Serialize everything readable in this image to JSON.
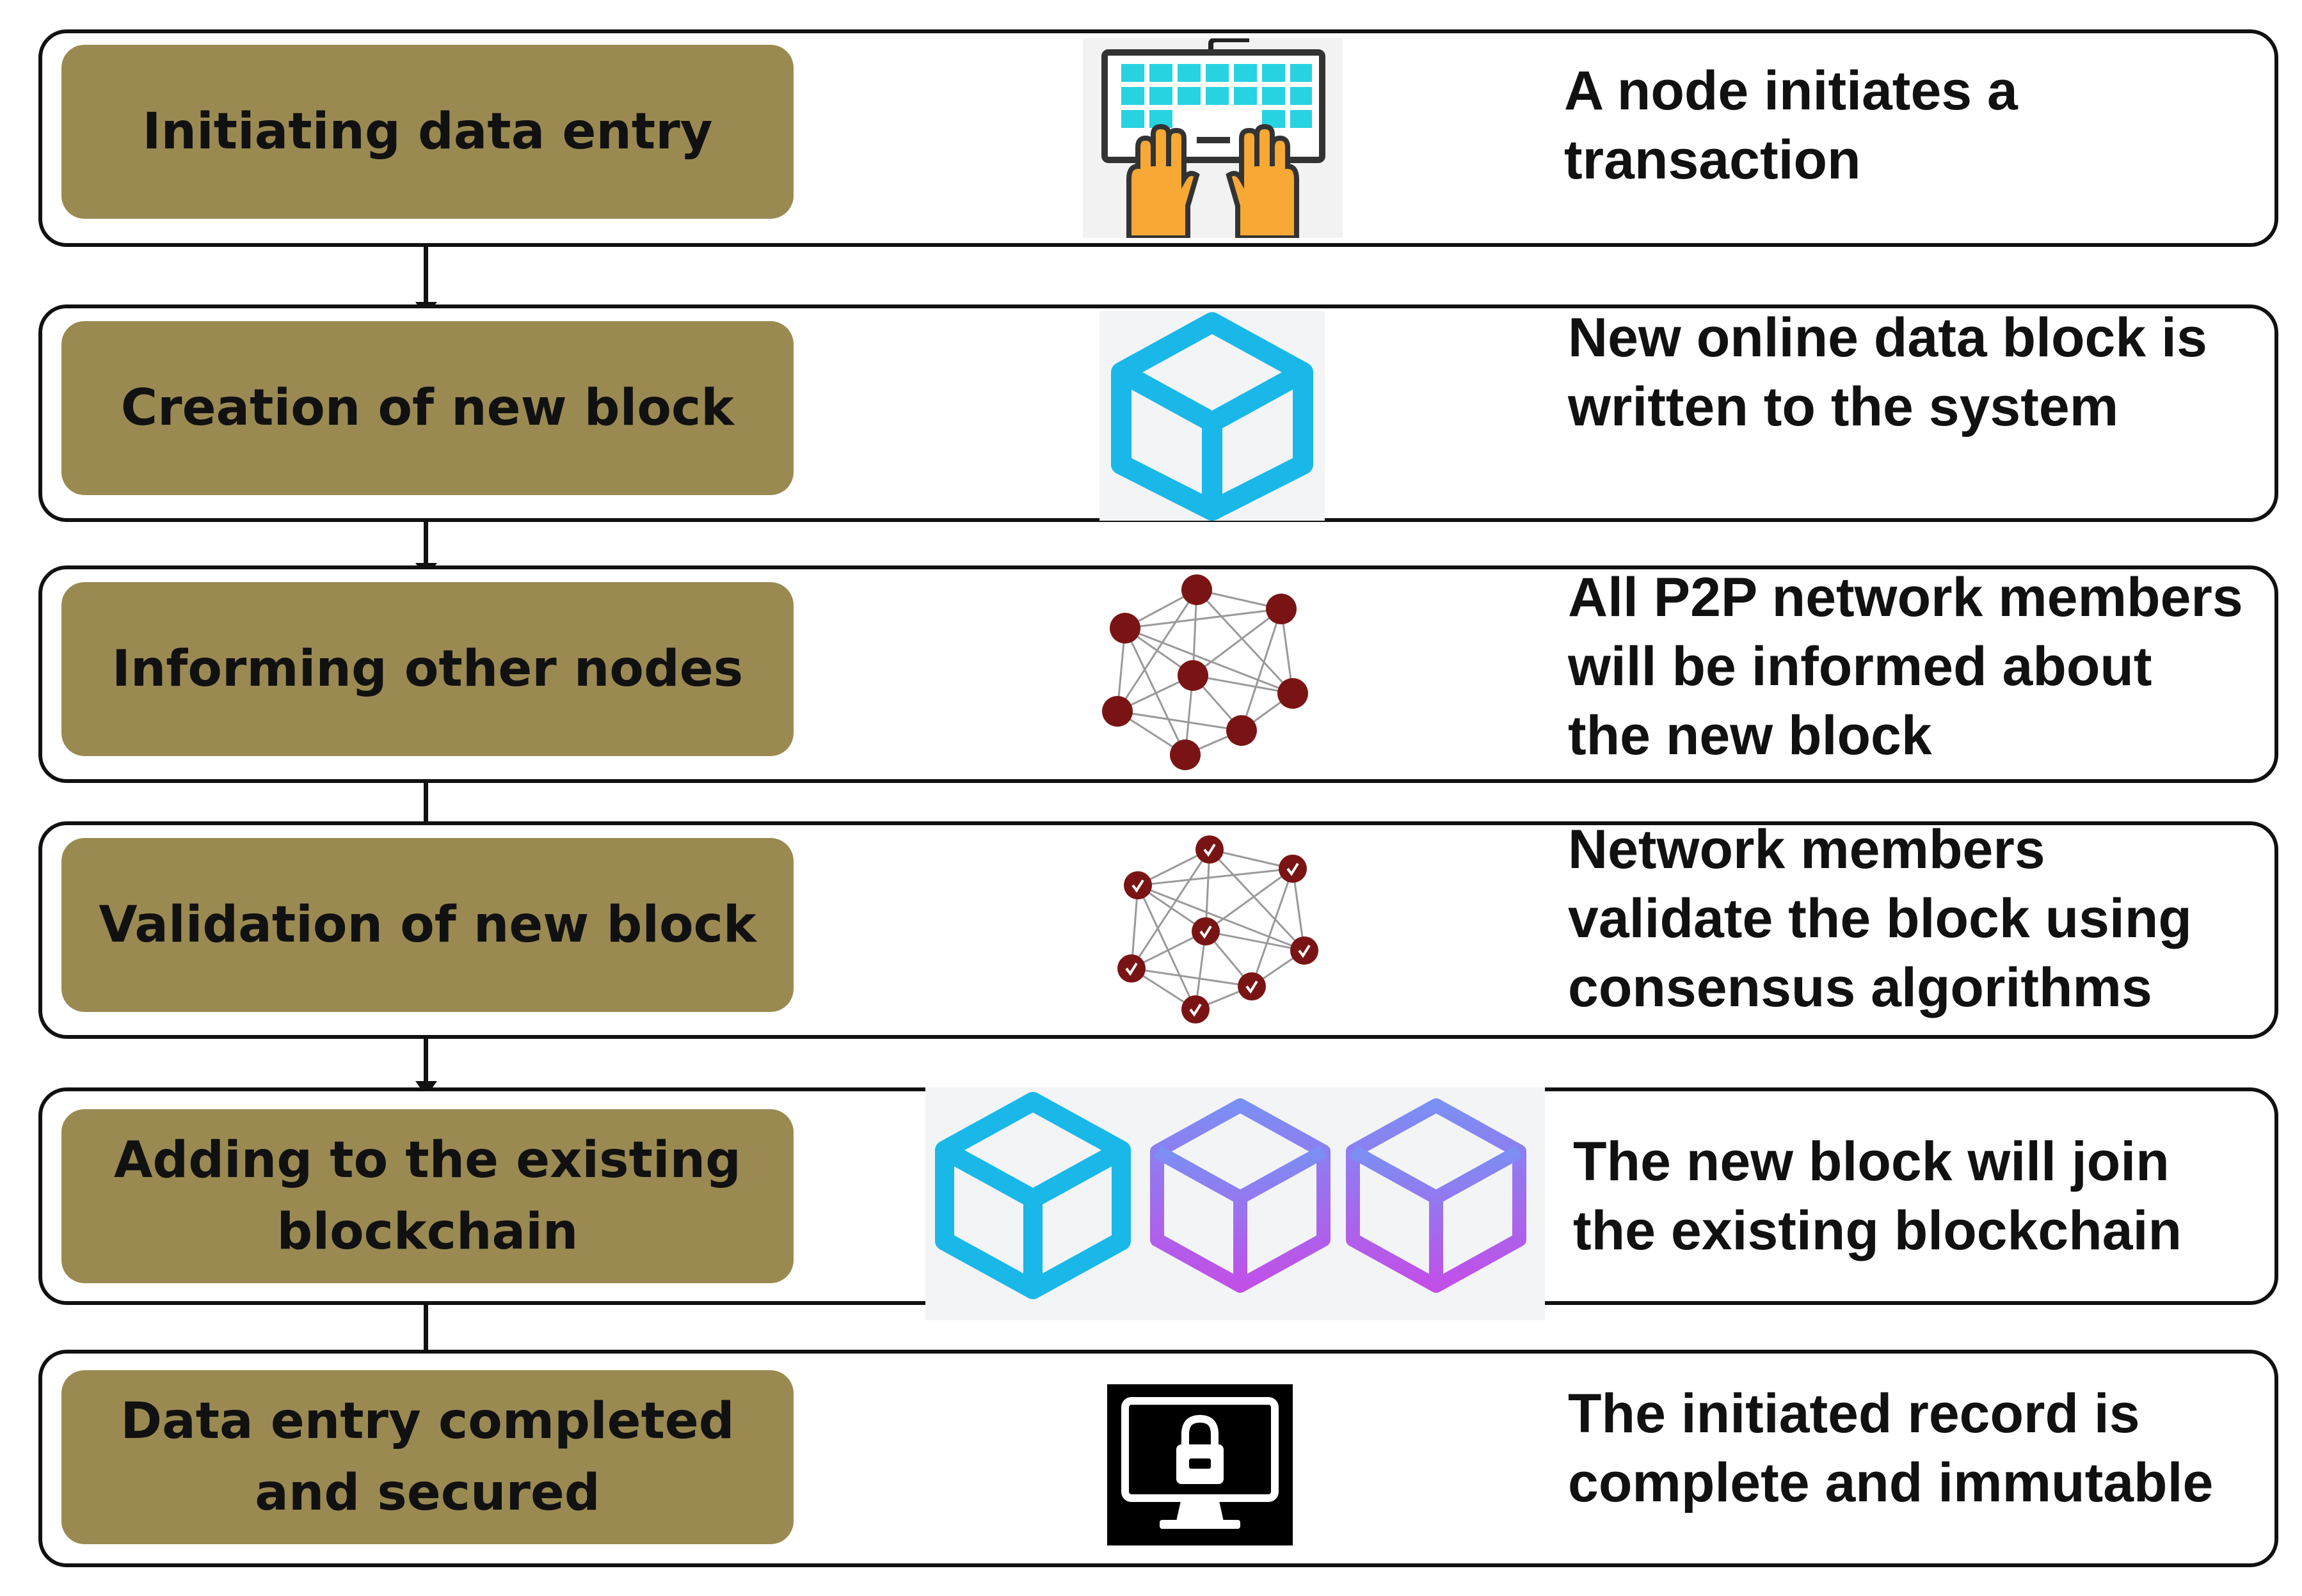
{
  "steps": [
    {
      "label": "Initiating data entry",
      "description": "A node initiates a\ntransaction"
    },
    {
      "label": "Creation of new block",
      "description": "New online data block is\nwritten to the system"
    },
    {
      "label": "Informing other nodes",
      "description": "All P2P network members\nwill be informed about\nthe new block"
    },
    {
      "label": "Validation of new block",
      "description": "Network members\nvalidate the  block using\nconsensus algorithms"
    },
    {
      "label": "Adding to the existing\nblockchain",
      "description": "The new block will join\nthe existing blockchain"
    },
    {
      "label": "Data entry completed\nand secured",
      "description": "The initiated record is\ncomplete and immutable"
    }
  ],
  "icons": [
    "keyboard-hands-icon",
    "cube-icon",
    "network-icon",
    "validated-network-icon",
    "blockchain-cubes-icon",
    "locked-monitor-icon"
  ],
  "colors": {
    "step_fill": "#9a8a52",
    "cube_blue": "#19b8e8",
    "cube_purple": "#9b5cf0",
    "node_red": "#7a1414",
    "keyboard_teal": "#27d3e0",
    "hand_orange": "#f7a835"
  }
}
